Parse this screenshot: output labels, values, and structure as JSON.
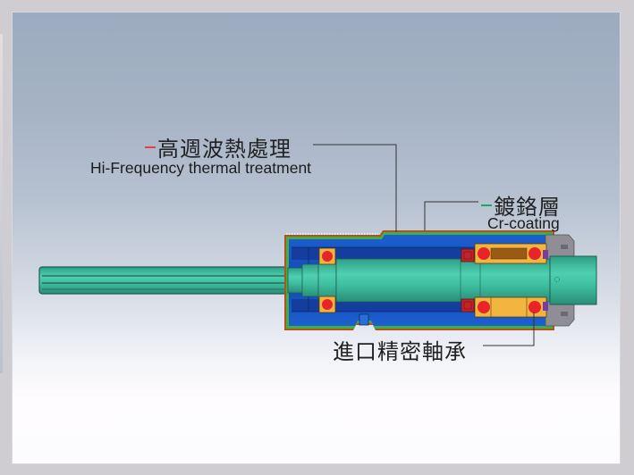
{
  "diagram": {
    "subject": "Spindle cross-section",
    "colors": {
      "housing_blue": "#1a56c4",
      "housing_dark": "#123a9e",
      "shaft_teal": "#3fbfa0",
      "bearing_ball": "#e8242a",
      "bearing_race": "#f2b640",
      "coating_outer": "#c0571f",
      "coating_inner": "#3fae4b",
      "end_cap": "#8e8e94",
      "accent_red": "#e0404a",
      "accent_green": "#25a36a"
    },
    "labels": {
      "heat_treatment": {
        "zh": "高週波熱處理",
        "en": "Hi-Frequency thermal treatment",
        "marker_color": "#e0404a"
      },
      "cr_coating": {
        "zh": "鍍鉻層",
        "en": "Cr-coating",
        "marker_color": "#25a36a"
      },
      "bearing": {
        "zh": "進口精密軸承"
      }
    }
  }
}
